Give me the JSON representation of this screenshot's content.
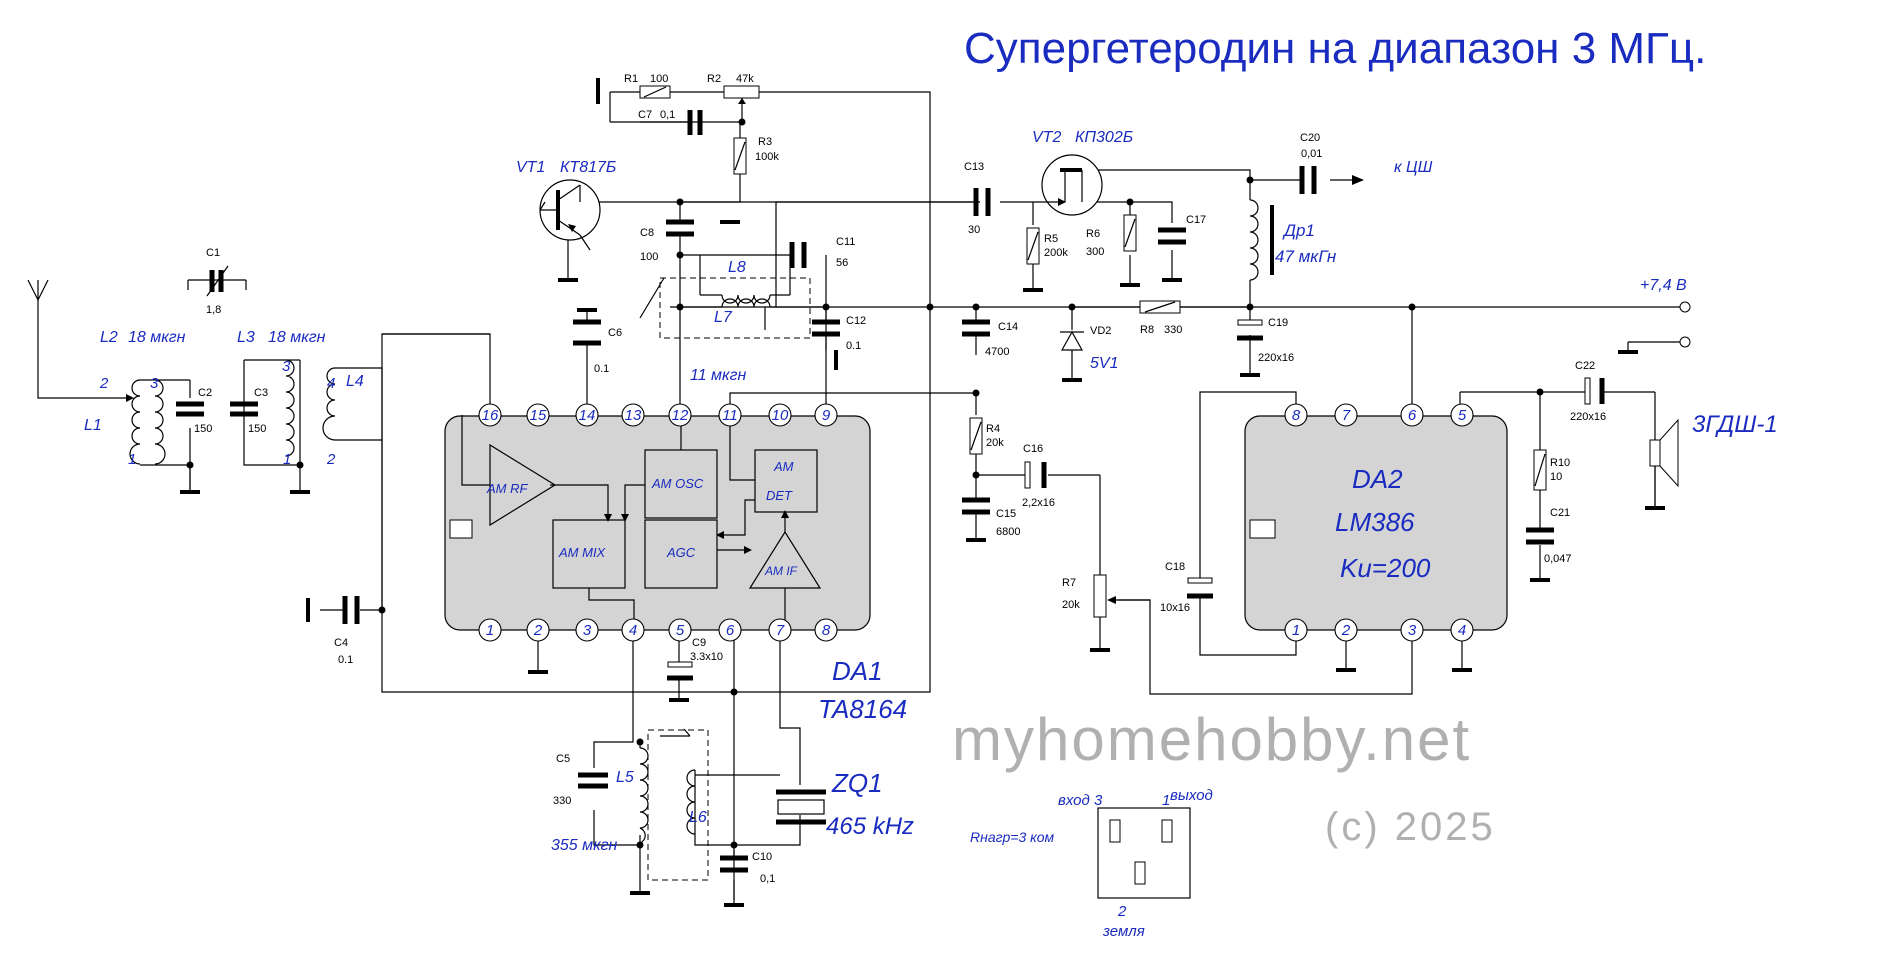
{
  "title": "Супергетеродин на диапазон 3 МГц.",
  "watermark": "myhomehobby.net",
  "copyright": "(c) 2025",
  "ics": {
    "da1": {
      "name": "DA1",
      "part": "TA8164",
      "blocks": {
        "rf": "AM RF",
        "mix": "AM MIX",
        "osc": "AM OSC",
        "det_top": "AM",
        "det_bottom": "DET",
        "agc": "AGC",
        "if": "AM IF"
      }
    },
    "da2": {
      "name": "DA2",
      "part": "LM386",
      "gain": "Ku=200"
    }
  },
  "transistors": {
    "vt1": {
      "ref": "VT1",
      "part": "КТ817Б"
    },
    "vt2": {
      "ref": "VT2",
      "part": "КП302Б"
    }
  },
  "pins_da1": {
    "top": [
      "16",
      "15",
      "14",
      "13",
      "12",
      "11",
      "10",
      "9"
    ],
    "bottom": [
      "1",
      "2",
      "3",
      "4",
      "5",
      "6",
      "7",
      "8"
    ]
  },
  "pins_da2": {
    "top": [
      "8",
      "7",
      "6",
      "5"
    ],
    "bottom": [
      "1",
      "2",
      "3",
      "4"
    ]
  },
  "resistors": {
    "r1": {
      "ref": "R1",
      "value": "100"
    },
    "r2": {
      "ref": "R2",
      "value": "47k"
    },
    "r3": {
      "ref": "R3",
      "value": "100k"
    },
    "r4": {
      "ref": "R4",
      "value": "20k"
    },
    "r5": {
      "ref": "R5",
      "value": "200k"
    },
    "r6": {
      "ref": "R6",
      "value": "300"
    },
    "r7": {
      "ref": "R7",
      "value": "20k"
    },
    "r8": {
      "ref": "R8",
      "value": "330"
    },
    "r10": {
      "ref": "R10",
      "value": "10"
    }
  },
  "capacitors": {
    "c1": {
      "ref": "C1",
      "value": "1,8"
    },
    "c2": {
      "ref": "C2",
      "value": "150"
    },
    "c3": {
      "ref": "C3",
      "value": "150"
    },
    "c4": {
      "ref": "C4",
      "value": "0.1"
    },
    "c5": {
      "ref": "C5",
      "value": "330"
    },
    "c6": {
      "ref": "C6",
      "value": "0.1"
    },
    "c7": {
      "ref": "C7",
      "value": "0,1"
    },
    "c8": {
      "ref": "C8",
      "value": "100"
    },
    "c9": {
      "ref": "C9",
      "value": "3.3x10"
    },
    "c10": {
      "ref": "C10",
      "value": "0,1"
    },
    "c11": {
      "ref": "C11",
      "value": "56"
    },
    "c12": {
      "ref": "C12",
      "value": "0.1"
    },
    "c13": {
      "ref": "C13",
      "value": "30"
    },
    "c14": {
      "ref": "C14",
      "value": "4700"
    },
    "c15": {
      "ref": "C15",
      "value": "6800"
    },
    "c16": {
      "ref": "C16",
      "value": "2,2x16"
    },
    "c17": {
      "ref": "C17"
    },
    "c18": {
      "ref": "C18",
      "value": "10x16"
    },
    "c19": {
      "ref": "C19",
      "value": "220x16"
    },
    "c20": {
      "ref": "C20",
      "value": "0,01"
    },
    "c21": {
      "ref": "C21",
      "value": "0,047"
    },
    "c22": {
      "ref": "C22",
      "value": "220x16"
    }
  },
  "inductors": {
    "l1": "L1",
    "l2": "L2",
    "l2_value": "18 мкгн",
    "l3": "L3",
    "l3_value": "18 мкгн",
    "l4": "L4",
    "l5": "L5",
    "l6": "L6",
    "l5_value": "355 мкгн",
    "l7": "L7",
    "l8": "L8",
    "l7_value": "11 мкгн"
  },
  "coil_pins": {
    "l2_top": "2",
    "l2_tap": "3",
    "l2_bottom": "1",
    "l3_top": "3",
    "l3_bottom": "1",
    "l4_top": "4",
    "l4_bottom": "2"
  },
  "choke": {
    "ref": "Др1",
    "value": "47 мкГн"
  },
  "zener": {
    "ref": "VD2",
    "value": "5V1"
  },
  "crystal": {
    "ref": "ZQ1",
    "value": "465 kHz"
  },
  "speaker": {
    "ref": "3ГДШ-1"
  },
  "supply": "+7,4 В",
  "output": "к ЦШ",
  "pinout": {
    "in_label": "вход 3",
    "out_num": "1",
    "out_label": "выход",
    "gnd_num": "2",
    "gnd_label": "земля",
    "load": "Rнагр=3 ком"
  }
}
